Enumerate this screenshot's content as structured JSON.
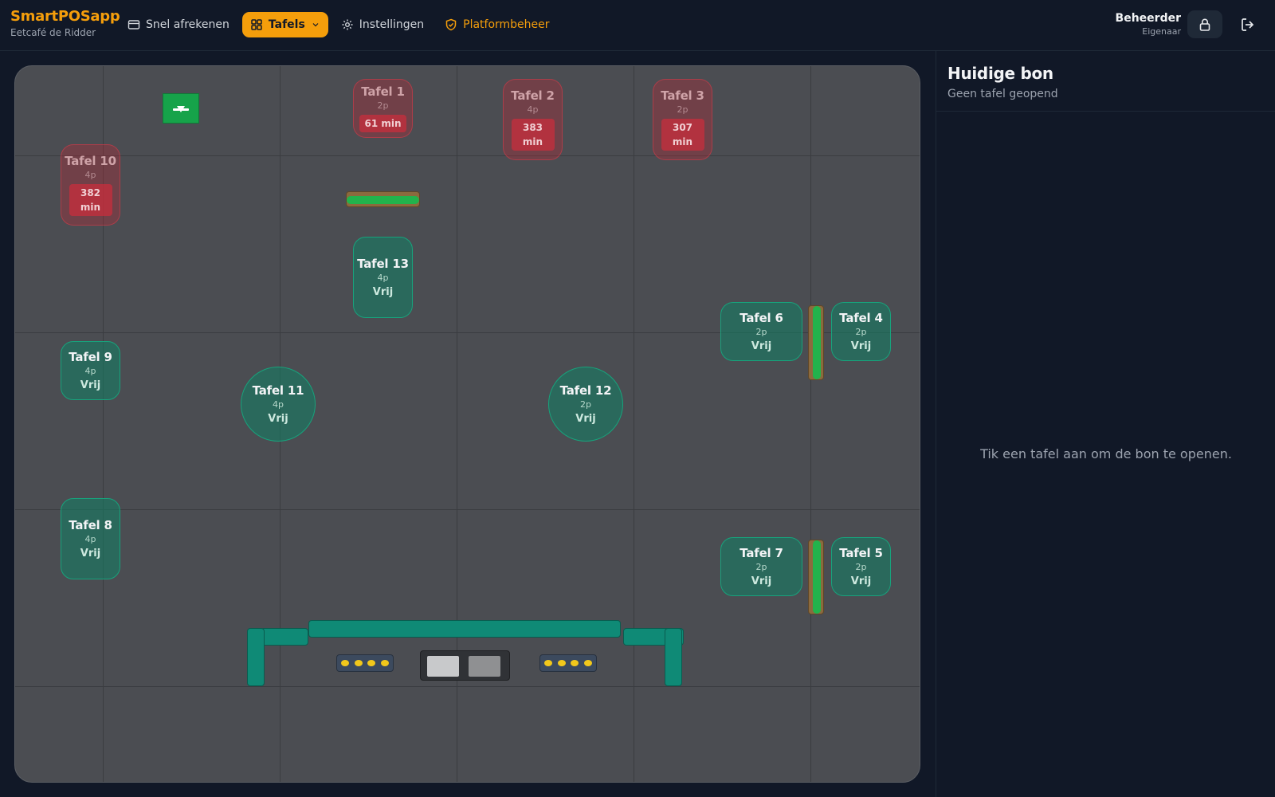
{
  "app": {
    "name": "SmartPOSapp",
    "venue": "Eetcafé de Ridder"
  },
  "nav": [
    {
      "label": "Snel afrekenen",
      "icon": "credit-card-icon"
    },
    {
      "label": "Tafels",
      "icon": "grid-icon",
      "active": true
    },
    {
      "label": "Instellingen",
      "icon": "gear-icon"
    },
    {
      "label": "Platformbeheer",
      "icon": "shield-icon"
    }
  ],
  "user": {
    "name": "Beheerder",
    "role": "Eigenaar"
  },
  "tables": [
    {
      "name": "Tafel 1",
      "seats": "2p",
      "status": "61 min",
      "state": "busy"
    },
    {
      "name": "Tafel 2",
      "seats": "4p",
      "status": "383 min",
      "state": "busy"
    },
    {
      "name": "Tafel 3",
      "seats": "2p",
      "status": "307 min",
      "state": "busy"
    },
    {
      "name": "Tafel 10",
      "seats": "4p",
      "status": "382 min",
      "state": "busy"
    },
    {
      "name": "Tafel 13",
      "seats": "4p",
      "status": "Vrij",
      "state": "free"
    },
    {
      "name": "Tafel 6",
      "seats": "2p",
      "status": "Vrij",
      "state": "free"
    },
    {
      "name": "Tafel 4",
      "seats": "2p",
      "status": "Vrij",
      "state": "free"
    },
    {
      "name": "Tafel 9",
      "seats": "4p",
      "status": "Vrij",
      "state": "free"
    },
    {
      "name": "Tafel 11",
      "seats": "4p",
      "status": "Vrij",
      "state": "free"
    },
    {
      "name": "Tafel 12",
      "seats": "2p",
      "status": "Vrij",
      "state": "free"
    },
    {
      "name": "Tafel 8",
      "seats": "4p",
      "status": "Vrij",
      "state": "free"
    },
    {
      "name": "Tafel 7",
      "seats": "2p",
      "status": "Vrij",
      "state": "free"
    },
    {
      "name": "Tafel 5",
      "seats": "2p",
      "status": "Vrij",
      "state": "free"
    }
  ],
  "receipt": {
    "title": "Huidige bon",
    "subtitle": "Geen tafel geopend",
    "empty": "Tik een tafel aan om de bon te openen."
  },
  "colors": {
    "accent": "#f59e0b",
    "free": "#17a37c",
    "busy": "#dc3c4b",
    "background": "#111827"
  }
}
